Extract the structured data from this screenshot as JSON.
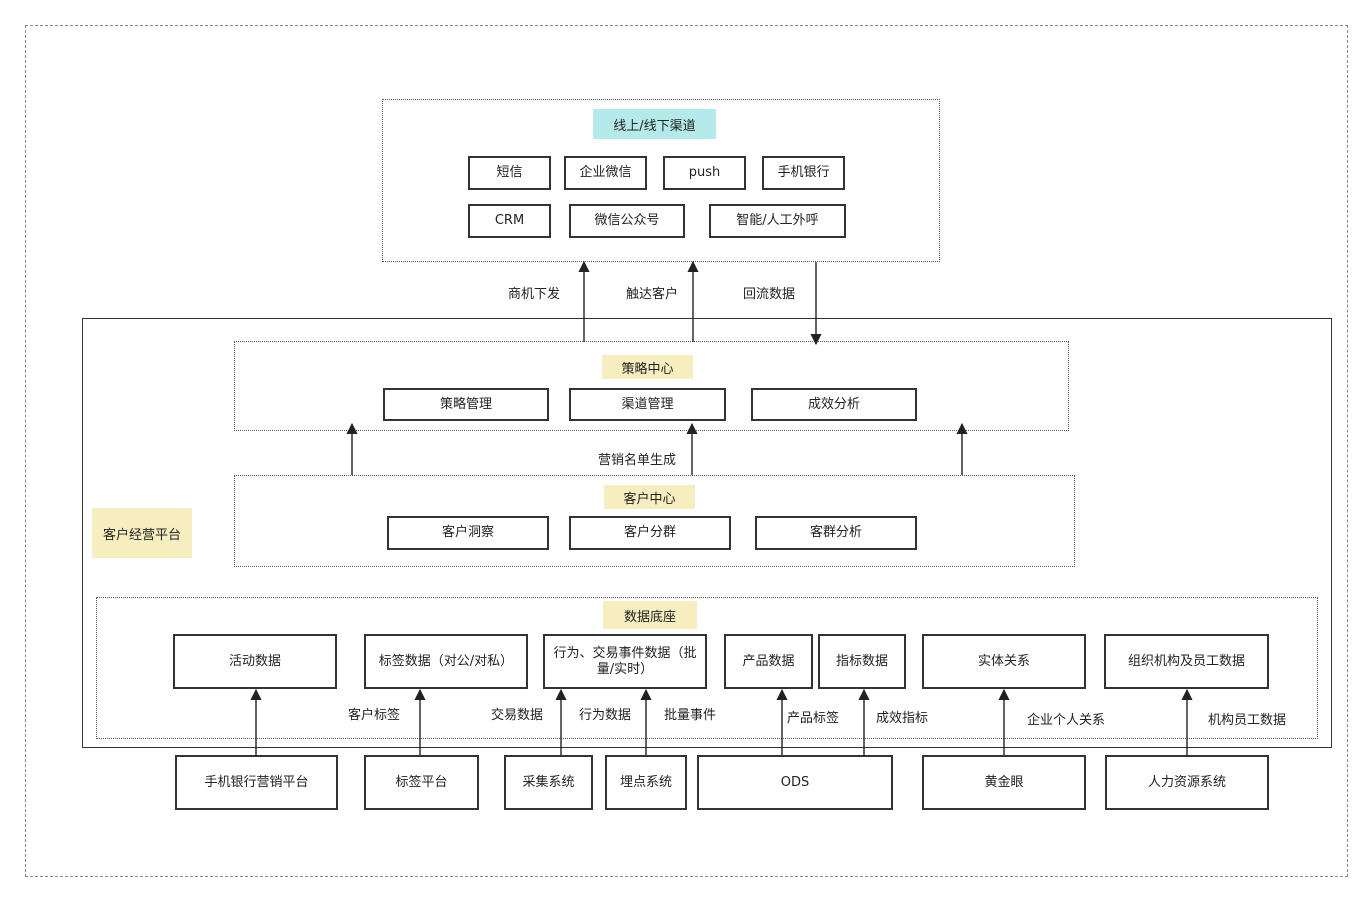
{
  "channels": {
    "title": "线上/线下渠道",
    "items": [
      "短信",
      "企业微信",
      "push",
      "手机银行",
      "CRM",
      "微信公众号",
      "智能/人工外呼"
    ]
  },
  "flows": {
    "opportunity": "商机下发",
    "reach": "触达客户",
    "backflow": "回流数据",
    "marketing_list": "营销名单生成"
  },
  "platform": {
    "title": "客户经营平台"
  },
  "strategy": {
    "title": "策略中心",
    "items": [
      "策略管理",
      "渠道管理",
      "成效分析"
    ]
  },
  "customer": {
    "title": "客户中心",
    "items": [
      "客户洞察",
      "客户分群",
      "客群分析"
    ]
  },
  "data_base": {
    "title": "数据底座",
    "items": [
      "活动数据",
      "标签数据（对公/对私）",
      "行为、交易事件数据（批量/实时）",
      "产品数据",
      "指标数据",
      "实体关系",
      "组织机构及员工数据"
    ]
  },
  "edge_labels": [
    "客户标签",
    "交易数据",
    "行为数据",
    "批量事件",
    "产品标签",
    "成效指标",
    "企业个人关系",
    "机构员工数据"
  ],
  "sources": [
    "手机银行营销平台",
    "标签平台",
    "采集系统",
    "埋点系统",
    "ODS",
    "黄金眼",
    "人力资源系统"
  ]
}
